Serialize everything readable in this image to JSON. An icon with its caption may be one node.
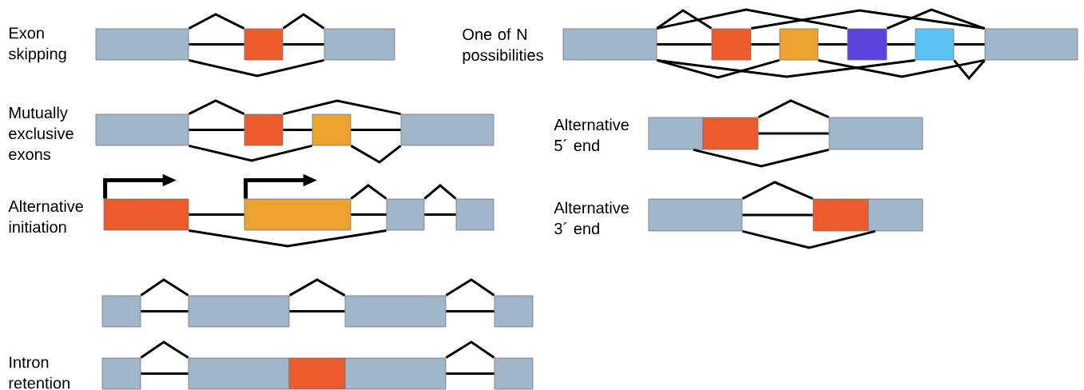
{
  "diagram": {
    "nodes": [
      {
        "text": [],
        "shape": "box"
      },
      {
        "text": [],
        "shape": "box"
      },
      {
        "text": [],
        "shape": "box"
      },
      {
        "text": [],
        "shape": "box"
      },
      {
        "text": [],
        "shape": "box"
      },
      {
        "text": [],
        "shape": "box"
      },
      {
        "text": [],
        "shape": "box"
      },
      {
        "text": [],
        "shape": "box"
      },
      {
        "text": [],
        "shape": "box"
      },
      {
        "text": [],
        "shape": "box"
      },
      {
        "text": [],
        "shape": "box"
      },
      {
        "text": [],
        "shape": "box"
      },
      {
        "text": [],
        "shape": "box"
      },
      {
        "text": [],
        "shape": "box"
      },
      {
        "text": [],
        "shape": "box"
      },
      {
        "text": [],
        "shape": "box"
      },
      {
        "text": [],
        "shape": "box"
      },
      {
        "text": [],
        "shape": "box"
      },
      {
        "text": [],
        "shape": "box"
      },
      {
        "text": [],
        "shape": "box"
      },
      {
        "text": [],
        "shape": "box"
      },
      {
        "text": [],
        "shape": "box"
      },
      {
        "text": [],
        "shape": "box"
      },
      {
        "text": [],
        "shape": "box"
      },
      {
        "text": [],
        "shape": "box"
      },
      {
        "text": [],
        "shape": "box"
      },
      {
        "text": [],
        "shape": "box"
      },
      {
        "text": [],
        "shape": "box"
      },
      {
        "text": [],
        "shape": "box"
      },
      {
        "text": [],
        "shape": "box"
      },
      {
        "text": [],
        "shape": "box"
      },
      {
        "text": [],
        "shape": "box"
      }
    ],
    "edges": [
      {
        "from": 0,
        "to": 1,
        "arrow": "none"
      },
      {
        "from": 1,
        "to": 2,
        "arrow": "none"
      },
      {
        "from": 0,
        "to": 1,
        "arrow": "none"
      },
      {
        "from": 1,
        "to": 2,
        "arrow": "none"
      },
      {
        "from": 0,
        "to": 2,
        "arrow": "none"
      },
      {
        "from": 3,
        "to": 4,
        "arrow": "none"
      },
      {
        "from": 4,
        "to": 5,
        "arrow": "none"
      },
      {
        "from": 5,
        "to": 6,
        "arrow": "none"
      },
      {
        "from": 3,
        "to": 4,
        "arrow": "none"
      },
      {
        "from": 4,
        "to": 6,
        "arrow": "none"
      },
      {
        "from": 3,
        "to": 5,
        "arrow": "none"
      },
      {
        "from": 5,
        "to": 6,
        "arrow": "none"
      },
      {
        "from": 7,
        "to": 8,
        "arrow": "none"
      },
      {
        "from": 8,
        "to": 9,
        "arrow": "none"
      },
      {
        "from": 9,
        "to": 10,
        "arrow": "none"
      },
      {
        "from": 8,
        "to": 9,
        "arrow": "none"
      },
      {
        "from": 9,
        "to": 10,
        "arrow": "none"
      },
      {
        "from": 7,
        "to": 9,
        "arrow": "none"
      },
      {
        "from": 11,
        "to": 12,
        "arrow": "none"
      },
      {
        "from": 12,
        "to": 13,
        "arrow": "none"
      },
      {
        "from": 13,
        "to": 14,
        "arrow": "none"
      },
      {
        "from": 11,
        "to": 12,
        "arrow": "none"
      },
      {
        "from": 12,
        "to": 13,
        "arrow": "none"
      },
      {
        "from": 13,
        "to": 14,
        "arrow": "none"
      },
      {
        "from": 15,
        "to": 16,
        "arrow": "none"
      },
      {
        "from": 18,
        "to": 19,
        "arrow": "none"
      },
      {
        "from": 15,
        "to": 16,
        "arrow": "none"
      },
      {
        "from": 18,
        "to": 19,
        "arrow": "none"
      },
      {
        "from": 20,
        "to": 21,
        "arrow": "none"
      },
      {
        "from": 21,
        "to": 22,
        "arrow": "none"
      },
      {
        "from": 22,
        "to": 23,
        "arrow": "none"
      },
      {
        "from": 23,
        "to": 24,
        "arrow": "none"
      },
      {
        "from": 24,
        "to": 25,
        "arrow": "none"
      },
      {
        "from": 20,
        "to": 21,
        "arrow": "none"
      },
      {
        "from": 20,
        "to": 23,
        "arrow": "none"
      },
      {
        "from": 21,
        "to": 25,
        "arrow": "none"
      },
      {
        "from": 23,
        "to": 25,
        "arrow": "none"
      },
      {
        "from": 20,
        "to": 22,
        "arrow": "none"
      },
      {
        "from": 20,
        "to": 24,
        "arrow": "none"
      },
      {
        "from": 22,
        "to": 25,
        "arrow": "none"
      },
      {
        "from": 24,
        "to": 25,
        "arrow": "none"
      },
      {
        "from": 27,
        "to": 28,
        "arrow": "none"
      },
      {
        "from": 27,
        "to": 28,
        "arrow": "none"
      },
      {
        "from": 26,
        "to": 28,
        "arrow": "none"
      },
      {
        "from": 29,
        "to": 30,
        "arrow": "none"
      },
      {
        "from": 29,
        "to": 30,
        "arrow": "none"
      },
      {
        "from": 29,
        "to": 31,
        "arrow": "none"
      },
      {
        "from": 7,
        "to": null,
        "arrow": "to"
      },
      {
        "from": 8,
        "to": null,
        "arrow": "to"
      }
    ],
    "labels": [
      "Exon skipping",
      "One of N possibilities",
      "Mutually exclusive exons",
      "Alternative 5´ end",
      "Alternative initiation",
      "Alternative 3´ end",
      "Intron retention"
    ]
  }
}
